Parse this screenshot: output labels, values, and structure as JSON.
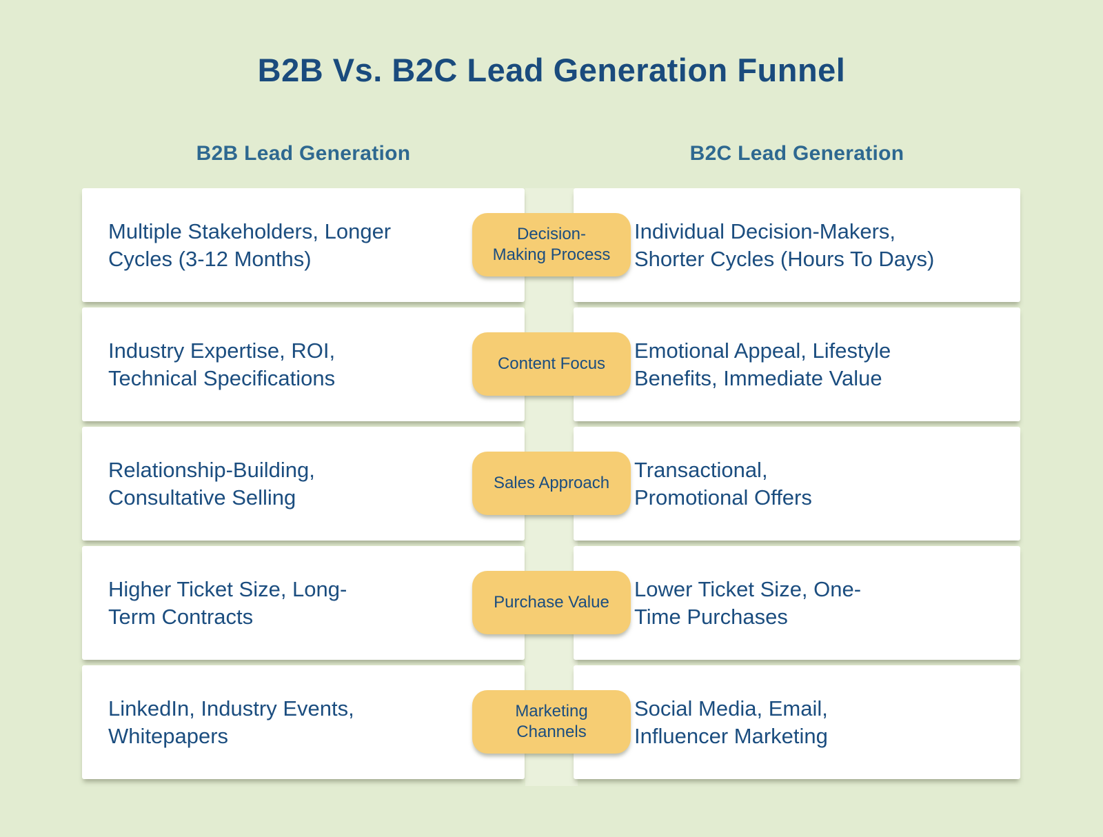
{
  "title": "B2B Vs. B2C Lead Generation Funnel",
  "columns": {
    "left": "B2B Lead Generation",
    "right": "B2C Lead Generation"
  },
  "rows": [
    {
      "label": "Decision-\nMaking Process",
      "b2b": "Multiple Stakeholders, Longer\nCycles (3-12 Months)",
      "b2c": "Individual Decision-Makers,\nShorter Cycles (Hours To Days)"
    },
    {
      "label": "Content Focus",
      "b2b": "Industry Expertise, ROI,\nTechnical Specifications",
      "b2c": "Emotional Appeal, Lifestyle\nBenefits, Immediate Value"
    },
    {
      "label": "Sales Approach",
      "b2b": "Relationship-Building,\nConsultative Selling",
      "b2c": "Transactional,\nPromotional Offers"
    },
    {
      "label": "Purchase Value",
      "b2b": "Higher Ticket Size, Long-\nTerm Contracts",
      "b2c": "Lower Ticket Size, One-\nTime Purchases"
    },
    {
      "label": "Marketing\nChannels",
      "b2b": "LinkedIn, Industry Events,\nWhitepapers",
      "b2c": "Social Media, Email,\nInfluencer Marketing"
    }
  ],
  "colors": {
    "background": "#e2ecd1",
    "stripe": "#eaf1dc",
    "card": "#ffffff",
    "pill_fill": "#f6cd73",
    "title_color": "#1a4b7d",
    "header_color": "#2e6890",
    "body_text_color": "#1b4d7f"
  }
}
